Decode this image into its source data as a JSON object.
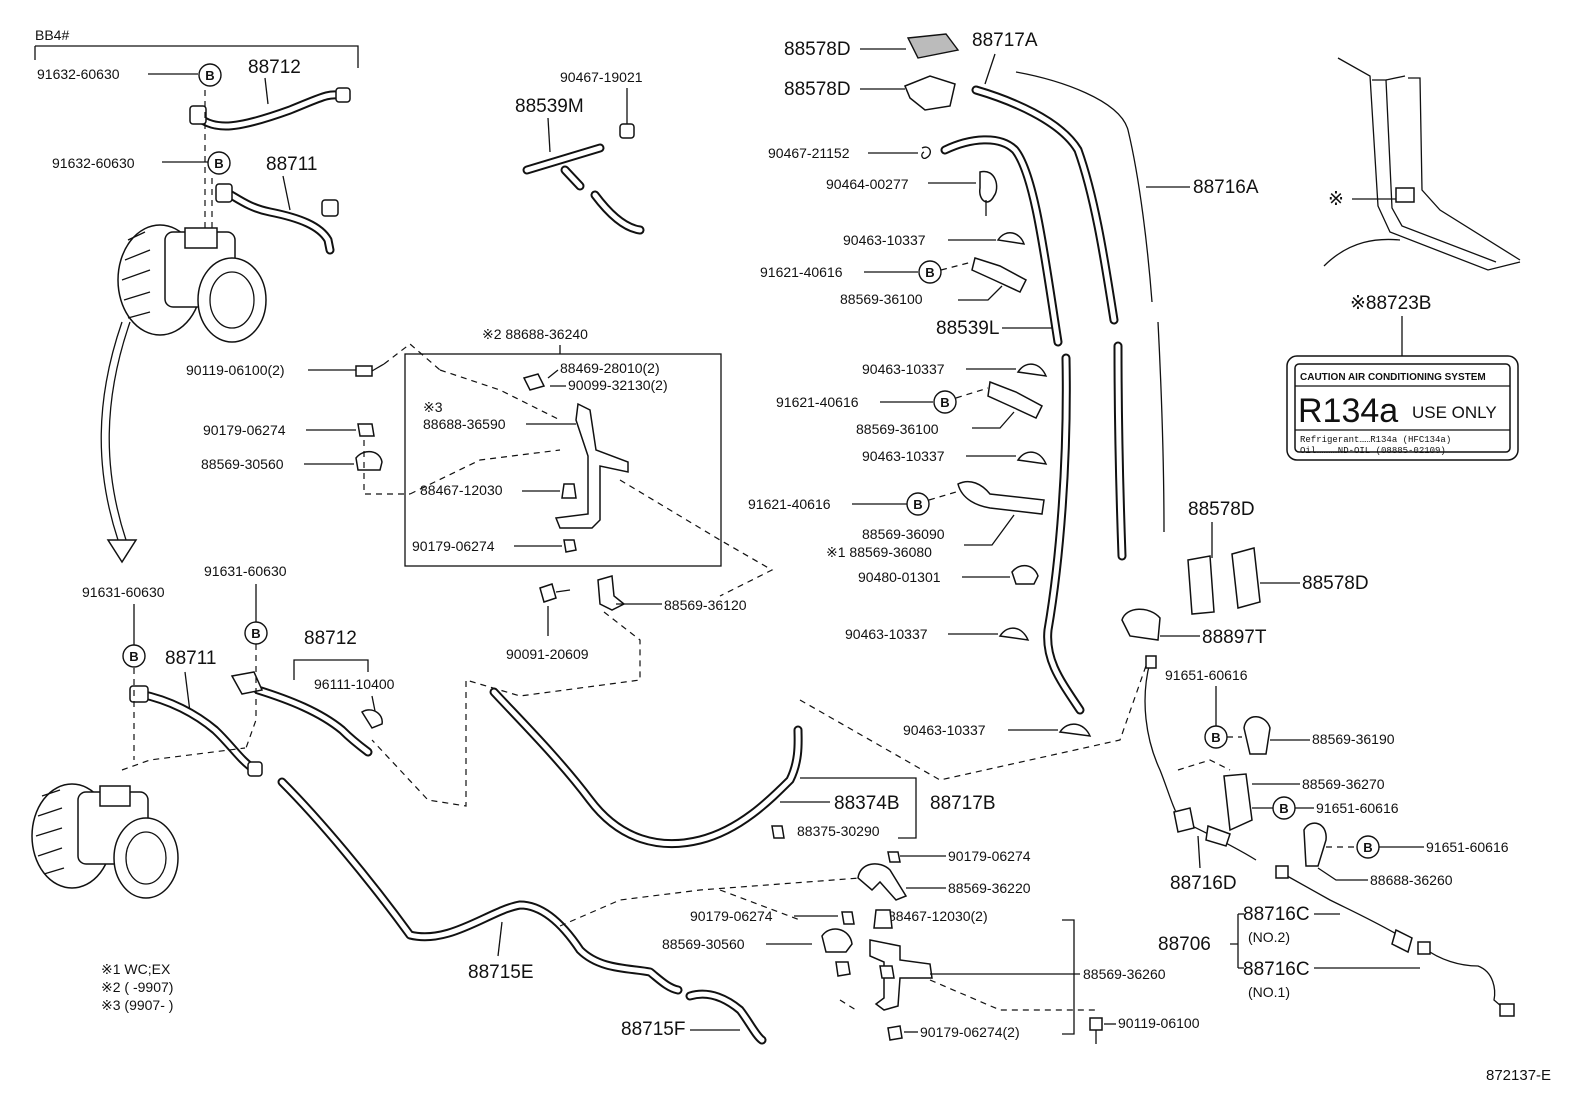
{
  "b_mark": "B",
  "labels": {
    "bb4": "BB4#",
    "l_91632a": "91632-60630",
    "l_88712a": "88712",
    "l_91632b": "91632-60630",
    "l_88711a": "88711",
    "l_90467_19021": "90467-19021",
    "l_88539m": "88539M",
    "l_88578d_1": "88578D",
    "l_88578d_2": "88578D",
    "l_88717a": "88717A",
    "l_90467_21152": "90467-21152",
    "l_90464_00277": "90464-00277",
    "l_88716a": "88716A",
    "l_90463_a": "90463-10337",
    "l_91621_a": "91621-40616",
    "l_88569_36100a": "88569-36100",
    "l_88539l": "88539L",
    "l_90463_b": "90463-10337",
    "l_91621_b": "91621-40616",
    "l_88569_36100b": "88569-36100",
    "l_90463_c": "90463-10337",
    "l_91621_c": "91621-40616",
    "l_88569_36090": "88569-36090",
    "l_88569_36080": "※1 88569-36080",
    "l_90480": "90480-01301",
    "l_90463_d": "90463-10337",
    "l_90463_e": "90463-10337",
    "l_mark": "※",
    "l_88723b": "※88723B",
    "l_88688_36240": "※2 88688-36240",
    "l_88469": "88469-28010(2)",
    "l_90099": "90099-32130(2)",
    "l_x3": "※3",
    "l_88688_36590": "88688-36590",
    "l_88467_a": "88467-12030",
    "l_90179_box": "90179-06274",
    "l_90119_2": "90119-06100(2)",
    "l_90179_a": "90179-06274",
    "l_88569_30560a": "88569-30560",
    "l_91631a": "91631-60630",
    "l_91631b": "91631-60630",
    "l_88711b": "88711",
    "l_88712b": "88712",
    "l_96111": "96111-10400",
    "l_90091": "90091-20609",
    "l_88569_36120": "88569-36120",
    "l_88374b": "88374B",
    "l_88717b": "88717B",
    "l_88375": "88375-30290",
    "l_90179_b": "90179-06274",
    "l_88569_36220": "88569-36220",
    "l_90179_c": "90179-06274",
    "l_88467_2": "88467-12030(2)",
    "l_88569_30560b": "88569-30560",
    "l_88569_36260": "88569-36260",
    "l_90179_2": "90179-06274(2)",
    "l_90119": "90119-06100",
    "l_88715e": "88715E",
    "l_88715f": "88715F",
    "l_88578d_3": "88578D",
    "l_88578d_4": "88578D",
    "l_88897t": "88897T",
    "l_91651a": "91651-60616",
    "l_88569_36190": "88569-36190",
    "l_88569_36270": "88569-36270",
    "l_91651b": "91651-60616",
    "l_91651c": "91651-60616",
    "l_88688_36260": "88688-36260",
    "l_88716d": "88716D",
    "l_88706": "88706",
    "l_88716c1": "88716C",
    "l_no2": "(NO.2)",
    "l_88716c2": "88716C",
    "l_no1": "(NO.1)",
    "note1": "※1  WC;EX",
    "note2": "※2  (      -9907)",
    "note3": "※3  (9907-      )",
    "diagram_id": "872137-E"
  },
  "caution_label": {
    "header": "CAUTION  AIR CONDITIONING SYSTEM",
    "refrigerant": "R134a",
    "use_only": "USE ONLY",
    "line1": "Refrigerant……R134a (HFC134a)",
    "line2": "Oil…………ND-OIL (08885-02109)"
  }
}
